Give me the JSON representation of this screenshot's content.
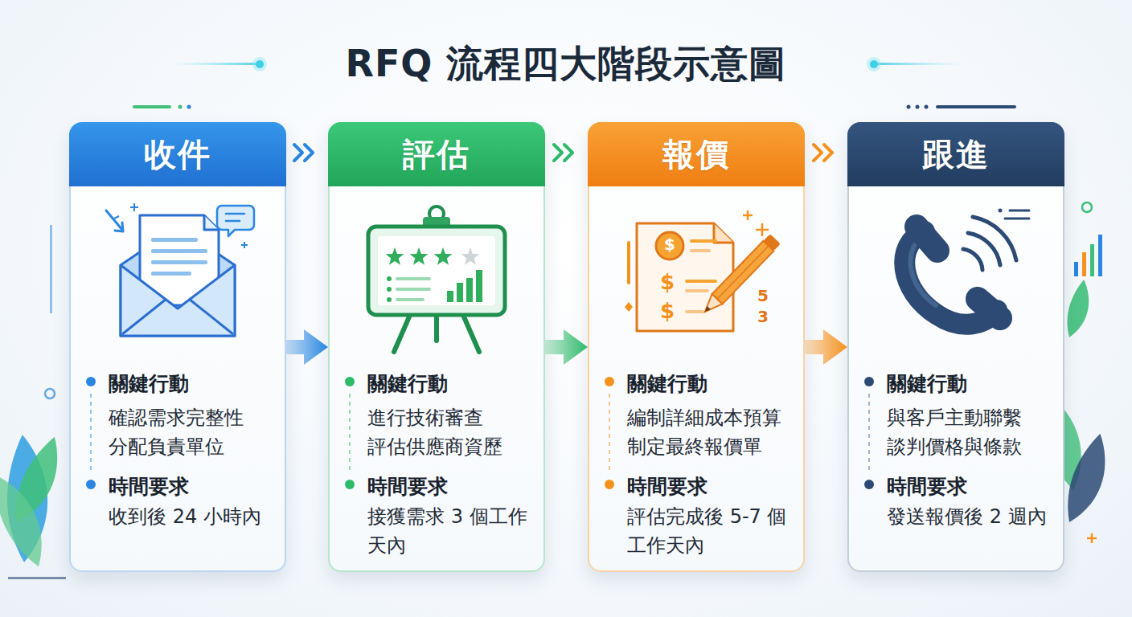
{
  "diagram": {
    "title": "RFQ 流程四大階段示意圖",
    "nodes": [
      {
        "text": [
          "收件",
          "關鍵行動",
          "確認需求完整性",
          "分配負責單位",
          "時間要求",
          "收到後 24 小時內"
        ]
      },
      {
        "text": [
          "評估",
          "關鍵行動",
          "進行技術審查",
          "評估供應商資歷",
          "時間要求",
          "接獲需求 3 個工作天內"
        ]
      },
      {
        "text": [
          "報價",
          "關鍵行動",
          "編制詳細成本預算",
          "制定最終報價單",
          "時間要求",
          "評估完成後 5-7 個工作天內"
        ]
      },
      {
        "text": [
          "跟進",
          "關鍵行動",
          "與客戶主動聯繫",
          "談判價格與條款",
          "時間要求",
          "發送報價後 2 週內"
        ]
      }
    ],
    "edges": [
      {
        "from": 0,
        "to": 1,
        "arrow": "to"
      },
      {
        "from": 1,
        "to": 2,
        "arrow": "to"
      },
      {
        "from": 2,
        "to": 3,
        "arrow": "to"
      }
    ],
    "labels": [
      "$",
      "$",
      "$",
      "5",
      "3"
    ]
  }
}
